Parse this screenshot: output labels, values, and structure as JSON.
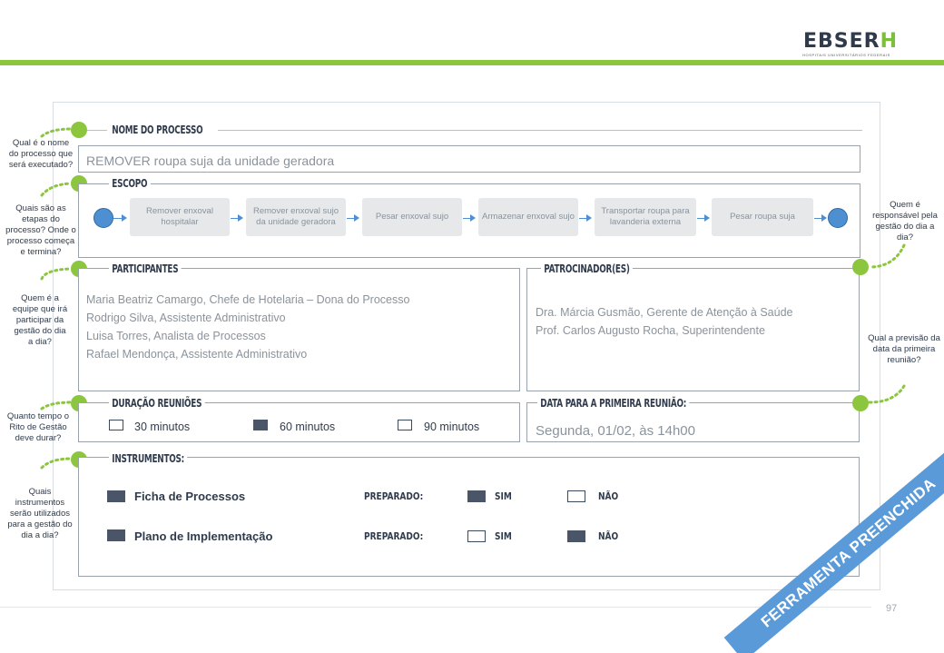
{
  "header": {
    "logo_text_main": "EBSER",
    "logo_text_h": "H",
    "logo_subtitle": "HOSPITAIS UNIVERSITÁRIOS FEDERAIS"
  },
  "process_name": {
    "title": "NOME DO PROCESSO",
    "value": "REMOVER roupa suja da unidade geradora",
    "question": "Qual é o nome do processo que será executado?"
  },
  "scope": {
    "title": "ESCOPO",
    "question": "Quais são as etapas do processo? Onde o processo começa e termina?",
    "steps": [
      "Remover enxoval hospitalar",
      "Remover enxoval sujo da unidade geradora",
      "Pesar enxoval sujo",
      "Armazenar enxoval sujo",
      "Transportar roupa para lavanderia externa",
      "Pesar roupa suja"
    ]
  },
  "participants": {
    "title": "PARTICIPANTES",
    "question": "Quem é a equipe que irá participar da gestão do dia a dia?",
    "items": [
      "Maria Beatriz Camargo, Chefe de Hotelaria – Dona do Processo",
      "Rodrigo Silva,  Assistente Administrativo",
      "Luisa Torres, Analista de Processos",
      "Rafael Mendonça, Assistente Administrativo"
    ]
  },
  "sponsors": {
    "title": "PATROCINADOR(ES)",
    "question": "Quem é responsável pela gestão do dia a dia?",
    "items": [
      "Dra. Márcia Gusmão, Gerente de Atenção à Saúde",
      "Prof. Carlos Augusto Rocha, Superintendente"
    ]
  },
  "duration": {
    "title": "DURAÇÃO REUNIÕES",
    "question": "Quanto tempo o Rito de Gestão deve durar?",
    "options": [
      {
        "label": "30 minutos",
        "checked": false
      },
      {
        "label": "60 minutos",
        "checked": true
      },
      {
        "label": "90 minutos",
        "checked": false
      }
    ]
  },
  "first_meeting": {
    "title": "DATA PARA A PRIMEIRA REUNIÃO:",
    "value": "Segunda, 01/02, às 14h00",
    "question": "Qual a previsão da data da primeira reunião?"
  },
  "instruments": {
    "title": "INSTRUMENTOS:",
    "question": "Quais instrumentos serão utilizados para a gestão do dia a dia?",
    "prepared_label": "PREPARADO:",
    "yes_label": "SIM",
    "no_label": "NÃO",
    "items": [
      {
        "label": "Ficha de Processos",
        "prepared": "SIM"
      },
      {
        "label": "Plano de Implementação",
        "prepared": "NÃO"
      }
    ]
  },
  "ribbon": "FERRAMENTA PREENCHIDA",
  "page_number": "97",
  "colors": {
    "green": "#8cc63f",
    "blue": "#5a9ad8",
    "dark": "#2f3b4c"
  }
}
